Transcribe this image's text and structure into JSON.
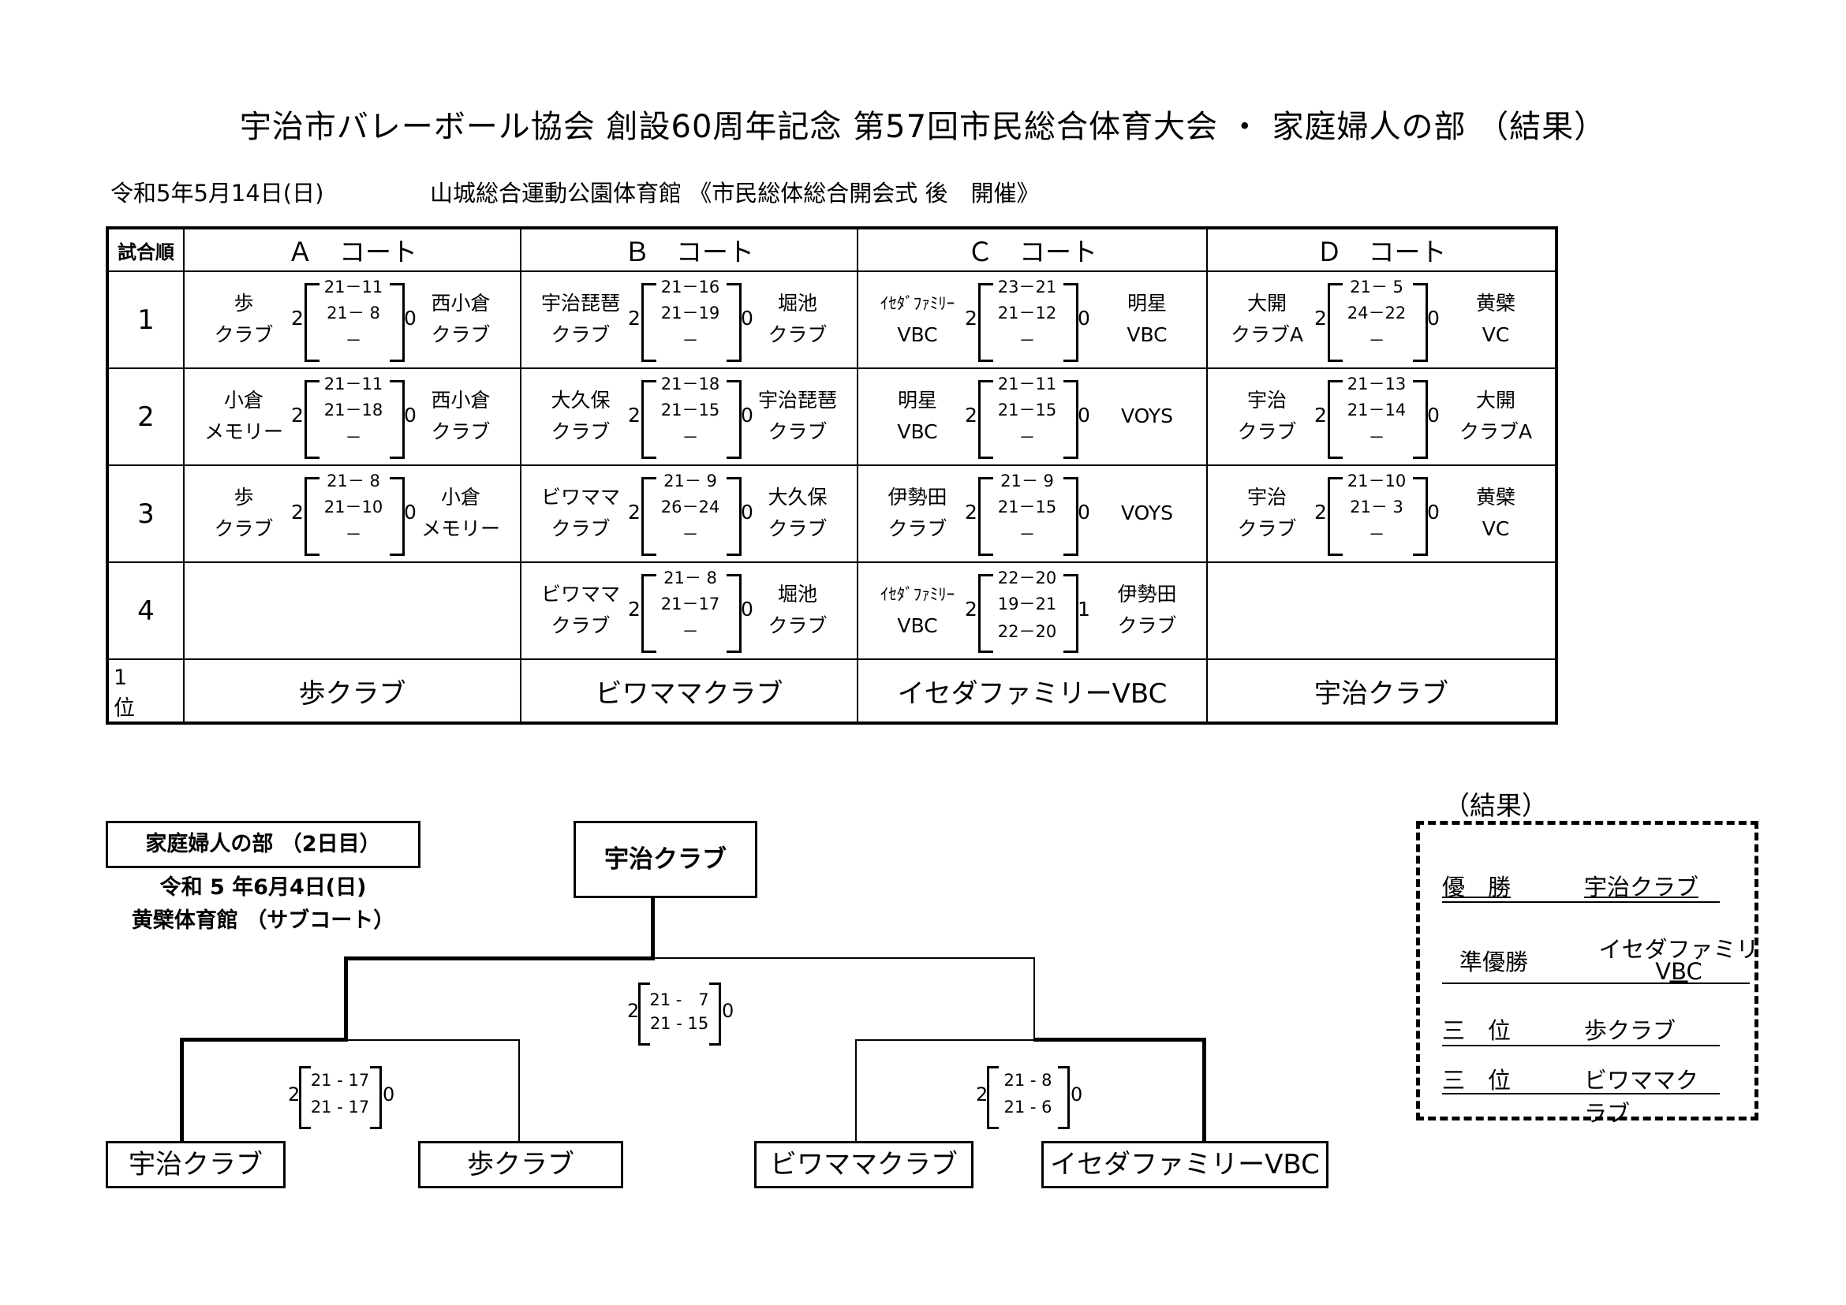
{
  "header": {
    "title": "宇治市バレーボール協会 創設60周年記念 第57回市民総合体育大会 ・ 家庭婦人の部 （結果）",
    "date": "令和5年5月14日(日)",
    "venue": "山城総合運動公園体育館 《市民総体総合開会式 後　開催》"
  },
  "table": {
    "order_header": "試合順",
    "courts": [
      "Ａ　コート",
      "Ｂ　コート",
      "Ｃ　コート",
      "Ｄ　コート"
    ],
    "rank_label": "1　　位",
    "rows": [
      {
        "order": "1",
        "matches": [
          {
            "left": [
              "歩",
              "クラブ"
            ],
            "right": [
              "西小倉",
              "クラブ"
            ],
            "lw": "2",
            "rw": "0",
            "sets": [
              "21－11",
              "21－ 8",
              "－"
            ]
          },
          {
            "left": [
              "宇治琵琶",
              "クラブ"
            ],
            "right": [
              "堀池",
              "クラブ"
            ],
            "lw": "2",
            "rw": "0",
            "sets": [
              "21－16",
              "21－19",
              "－"
            ]
          },
          {
            "left": [
              "ｲｾﾀﾞﾌｧﾐﾘｰ",
              "VBC"
            ],
            "right": [
              "明星",
              "VBC"
            ],
            "lw": "2",
            "rw": "0",
            "sets": [
              "23－21",
              "21－12",
              "－"
            ]
          },
          {
            "left": [
              "大開",
              "クラブA"
            ],
            "right": [
              "黄檗",
              "VC"
            ],
            "lw": "2",
            "rw": "0",
            "sets": [
              "21－ 5",
              "24－22",
              "－"
            ]
          }
        ]
      },
      {
        "order": "2",
        "matches": [
          {
            "left": [
              "小倉",
              "メモリー"
            ],
            "right": [
              "西小倉",
              "クラブ"
            ],
            "lw": "2",
            "rw": "0",
            "sets": [
              "21－11",
              "21－18",
              "－"
            ]
          },
          {
            "left": [
              "大久保",
              "クラブ"
            ],
            "right": [
              "宇治琵琶",
              "クラブ"
            ],
            "lw": "2",
            "rw": "0",
            "sets": [
              "21－18",
              "21－15",
              "－"
            ]
          },
          {
            "left": [
              "明星",
              "VBC"
            ],
            "right": [
              "VOYS",
              ""
            ],
            "lw": "2",
            "rw": "0",
            "sets": [
              "21－11",
              "21－15",
              "－"
            ]
          },
          {
            "left": [
              "宇治",
              "クラブ"
            ],
            "right": [
              "大開",
              "クラブA"
            ],
            "lw": "2",
            "rw": "0",
            "sets": [
              "21－13",
              "21－14",
              "－"
            ]
          }
        ]
      },
      {
        "order": "3",
        "matches": [
          {
            "left": [
              "歩",
              "クラブ"
            ],
            "right": [
              "小倉",
              "メモリー"
            ],
            "lw": "2",
            "rw": "0",
            "sets": [
              "21－ 8",
              "21－10",
              "－"
            ]
          },
          {
            "left": [
              "ビワママ",
              "クラブ"
            ],
            "right": [
              "大久保",
              "クラブ"
            ],
            "lw": "2",
            "rw": "0",
            "sets": [
              "21－ 9",
              "26－24",
              "－"
            ]
          },
          {
            "left": [
              "伊勢田",
              "クラブ"
            ],
            "right": [
              "VOYS",
              ""
            ],
            "lw": "2",
            "rw": "0",
            "sets": [
              "21－ 9",
              "21－15",
              "－"
            ]
          },
          {
            "left": [
              "宇治",
              "クラブ"
            ],
            "right": [
              "黄檗",
              "VC"
            ],
            "lw": "2",
            "rw": "0",
            "sets": [
              "21－10",
              "21－ 3",
              "－"
            ]
          }
        ]
      },
      {
        "order": "4",
        "matches": [
          null,
          {
            "left": [
              "ビワママ",
              "クラブ"
            ],
            "right": [
              "堀池",
              "クラブ"
            ],
            "lw": "2",
            "rw": "0",
            "sets": [
              "21－ 8",
              "21－17",
              "－"
            ]
          },
          {
            "left": [
              "ｲｾﾀﾞﾌｧﾐﾘｰ",
              "VBC"
            ],
            "right": [
              "伊勢田",
              "クラブ"
            ],
            "lw": "2",
            "rw": "1",
            "sets": [
              "22－20",
              "19－21",
              "22－20"
            ]
          },
          null
        ]
      }
    ],
    "first_place": [
      "歩クラブ",
      "ビワママクラブ",
      "イセダファミリーVBC",
      "宇治クラブ"
    ]
  },
  "bracket": {
    "day2_label": "家庭婦人の部 （2日目）",
    "day2_date": "令和 5 年6月4日(日)",
    "day2_venue": "黄檗体育館 （サブコート）",
    "champion": "宇治クラブ",
    "teams": [
      "宇治クラブ",
      "歩クラブ",
      "ビワママクラブ",
      "イセダファミリーVBC"
    ],
    "semi1": {
      "w": "2",
      "l": "0",
      "s1": "21 - 17",
      "s2": "21 - 17"
    },
    "semi2": {
      "w": "2",
      "l": "0",
      "s1": "21 - 8",
      "s2": "21 - 6"
    },
    "final": {
      "w": "2",
      "l": "0",
      "s1": "21 -　7",
      "s2": "21 - 15"
    }
  },
  "final_results": {
    "title": "（結果）",
    "rows": [
      {
        "label": "優　勝",
        "value": "宇治クラブ"
      },
      {
        "label": "準優勝",
        "value": "イセダファミリー",
        "value2": "VBC"
      },
      {
        "label": "三　位",
        "value": "歩クラブ"
      },
      {
        "label": "三　位",
        "value": "ビワママクラブ"
      }
    ]
  }
}
